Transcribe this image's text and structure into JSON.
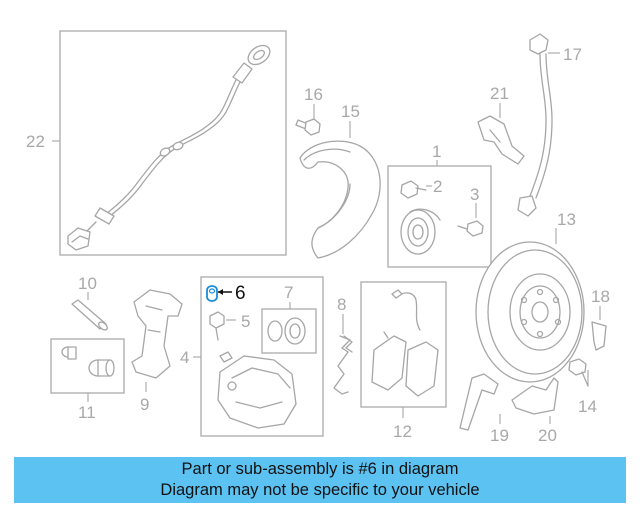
{
  "diagram": {
    "highlighted_part": "6",
    "highlight_color": "#1a8ed8",
    "accent_color": "#5bc2f2",
    "callouts": [
      {
        "id": "p1",
        "label": "1"
      },
      {
        "id": "p2",
        "label": "2"
      },
      {
        "id": "p3",
        "label": "3"
      },
      {
        "id": "p4",
        "label": "4"
      },
      {
        "id": "p5",
        "label": "5"
      },
      {
        "id": "p6",
        "label": "6"
      },
      {
        "id": "p7",
        "label": "7"
      },
      {
        "id": "p8",
        "label": "8"
      },
      {
        "id": "p9",
        "label": "9"
      },
      {
        "id": "p10",
        "label": "10"
      },
      {
        "id": "p11",
        "label": "11"
      },
      {
        "id": "p12",
        "label": "12"
      },
      {
        "id": "p13",
        "label": "13"
      },
      {
        "id": "p14",
        "label": "14"
      },
      {
        "id": "p15",
        "label": "15"
      },
      {
        "id": "p16",
        "label": "16"
      },
      {
        "id": "p17",
        "label": "17"
      },
      {
        "id": "p18",
        "label": "18"
      },
      {
        "id": "p19",
        "label": "19"
      },
      {
        "id": "p20",
        "label": "20"
      },
      {
        "id": "p21",
        "label": "21"
      },
      {
        "id": "p22",
        "label": "22"
      }
    ]
  },
  "banner": {
    "line1": "Part or sub-assembly is #6 in diagram",
    "line2": "Diagram may not be specific to your vehicle"
  }
}
